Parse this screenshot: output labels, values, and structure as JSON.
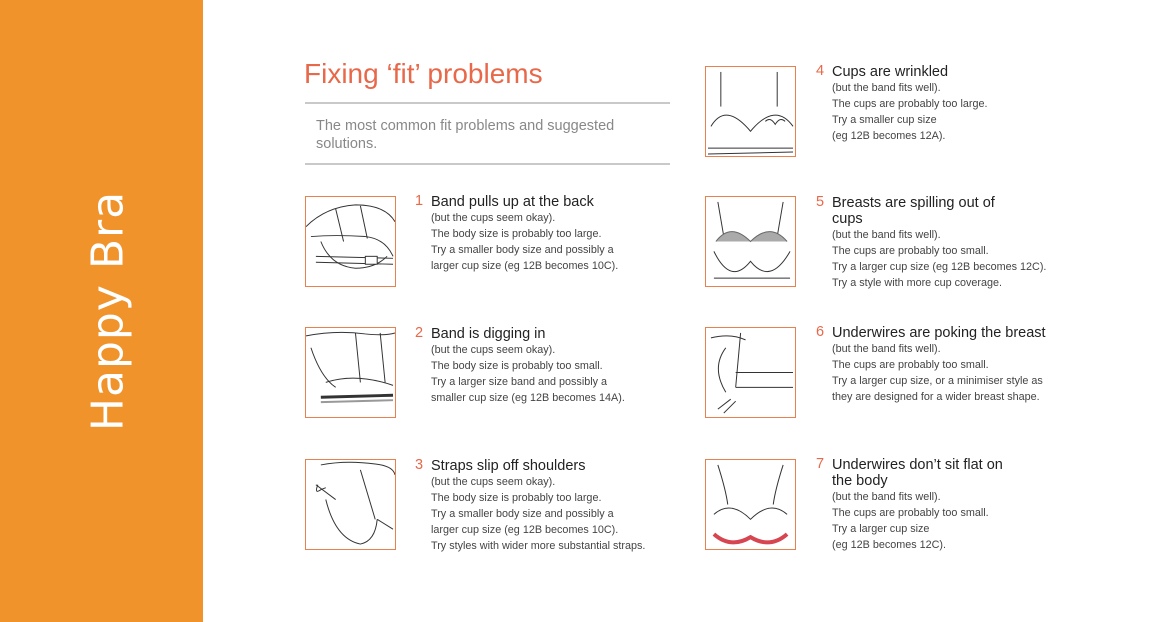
{
  "brand": "Happy Bra",
  "title": "Fixing ‘fit’ problems",
  "subtitle": "The most common fit problems and suggested solutions.",
  "accent_color": "#F0932B",
  "title_color": "#E8684A",
  "items": [
    {
      "num": "1",
      "heading": "Band pulls up at the back",
      "icon": "band-pulls-up-illustration",
      "lines": [
        "(but the cups seem okay).",
        "The body size is probably too large.",
        "Try a smaller body size and possibly a",
        "larger cup size (eg 12B becomes 10C)."
      ]
    },
    {
      "num": "2",
      "heading": "Band is digging in",
      "icon": "band-digging-illustration",
      "lines": [
        "(but the cups seem okay).",
        "The body size is probably too small.",
        "Try a larger size band and possibly a",
        "smaller cup size (eg 12B becomes 14A)."
      ]
    },
    {
      "num": "3",
      "heading": "Straps slip off shoulders",
      "icon": "straps-slip-illustration",
      "lines": [
        "(but the cups seem okay).",
        "The body size is probably too large.",
        "Try a smaller body size and possibly a",
        "larger cup size (eg 12B becomes 10C).",
        "Try styles with wider more substantial straps."
      ]
    },
    {
      "num": "4",
      "heading": "Cups are wrinkled",
      "icon": "cups-wrinkled-illustration",
      "lines": [
        "(but the band fits well).",
        "The cups are probably too large.",
        "Try a smaller cup size",
        "(eg 12B becomes 12A)."
      ]
    },
    {
      "num": "5",
      "heading": "Breasts are spilling out of cups",
      "icon": "breasts-spilling-illustration",
      "lines": [
        "(but the band fits well).",
        "The cups are probably too small.",
        "Try a larger cup size (eg 12B becomes 12C).",
        "Try a style with more cup coverage."
      ]
    },
    {
      "num": "6",
      "heading": "Underwires are poking the breast",
      "icon": "underwire-poking-illustration",
      "lines": [
        "(but the band fits well).",
        "The cups are probably too small.",
        "Try a larger cup size, or a minimiser style as",
        "they are designed for a wider breast shape."
      ]
    },
    {
      "num": "7",
      "heading": "Underwires don’t sit flat on the body",
      "icon": "underwire-not-flat-illustration",
      "lines": [
        "(but the band fits well).",
        "The cups are probably too small.",
        "Try a larger cup size",
        "(eg 12B becomes 12C)."
      ]
    }
  ]
}
